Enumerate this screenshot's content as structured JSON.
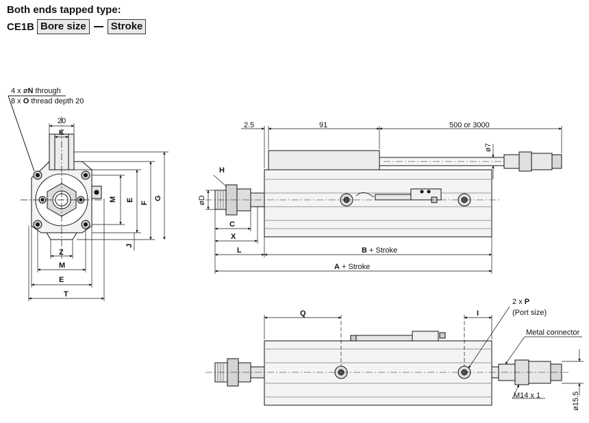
{
  "header": {
    "title": "Both ends tapped type:",
    "model_prefix": "CE1B",
    "bore_size_box": "Bore size",
    "stroke_box": "Stroke"
  },
  "end_view": {
    "note_line1_prefix": "4 x ø",
    "note_line1_bold": "N",
    "note_line1_suffix": " through",
    "note_line2_prefix": "8 x ",
    "note_line2_bold": "O",
    "note_line2_suffix": " thread depth 20",
    "dim_20": "20",
    "K": "K",
    "M_right": "M",
    "E_right": "E",
    "F": "F",
    "G": "G",
    "J": "J",
    "Z": "Z",
    "M_bottom": "M",
    "E_bottom": "E",
    "T": "T"
  },
  "side_view": {
    "dim_2_5": "2.5",
    "dim_91": "91",
    "dim_500_3000": "500 or 3000",
    "dim_o7": "ø7",
    "H": "H",
    "oD": "øD",
    "C": "C",
    "X": "X",
    "L": "L",
    "B_bold": "B",
    "B_suffix": " + Stroke",
    "A_bold": "A",
    "A_suffix": " + Stroke"
  },
  "bottom_view": {
    "Q": "Q",
    "I": "I",
    "port_prefix": "2 x ",
    "port_bold": "P",
    "port_size": "(Port size)",
    "metal_connector": "Metal connector",
    "m14": "M14 x 1",
    "o15_5": "ø15.5"
  }
}
